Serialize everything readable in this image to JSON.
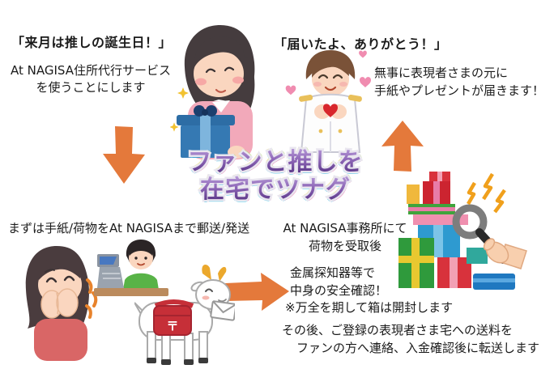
{
  "title": {
    "line1": "ファンと推しを",
    "line2": "在宅でツナグ"
  },
  "step_plan": {
    "quote": "「来月は推しの誕生日！」",
    "desc_line1": "At NAGISA住所代行サービス",
    "desc_line2": "を使うことにします"
  },
  "step_send": {
    "caption": "まずは手紙/荷物をAt NAGISAまで郵送/発送"
  },
  "step_inspect": {
    "receive_line1": "At NAGISA事務所にて",
    "receive_line2": "荷物を受取後",
    "check_line1": "金属探知器等で",
    "check_line2": "中身の安全確認！",
    "note": "※万全を期して箱は開封します",
    "forward_line1": "その後、ご登録の表現者さま宅への送料を",
    "forward_line2": "ファンの方へ連絡、入金確認後に転送します"
  },
  "step_deliver": {
    "quote": "「届いたよ、ありがとう！」",
    "desc_line1": "無事に表現者さまの元に",
    "desc_line2": "手紙やプレゼントが届きます！"
  },
  "goat_bag_mark": "〒",
  "colors": {
    "arrow_orange": "#e4793b",
    "title_purple_light": "#b79ad8",
    "title_purple_dark": "#4f2c7c",
    "title_edge_yellow": "#f0e04a",
    "title_edge_cyan": "#49c8e8",
    "title_edge_pink": "#e85a9a",
    "text_black": "#1b1b1b",
    "postal_bag_red": "#c62f38",
    "gift_box_blue": "#3579b3"
  },
  "illustrations": {
    "fan_with_gift": "fan holding blue present",
    "idol_with_hearts": "performer making heart with hands",
    "excited_fan": "excited fan covering mouth",
    "shop_clerk": "clerk at shipping counter",
    "postal_goat": "goat with red mail bag and envelope",
    "gift_inspection": "present stack checked with magnifying glass"
  }
}
